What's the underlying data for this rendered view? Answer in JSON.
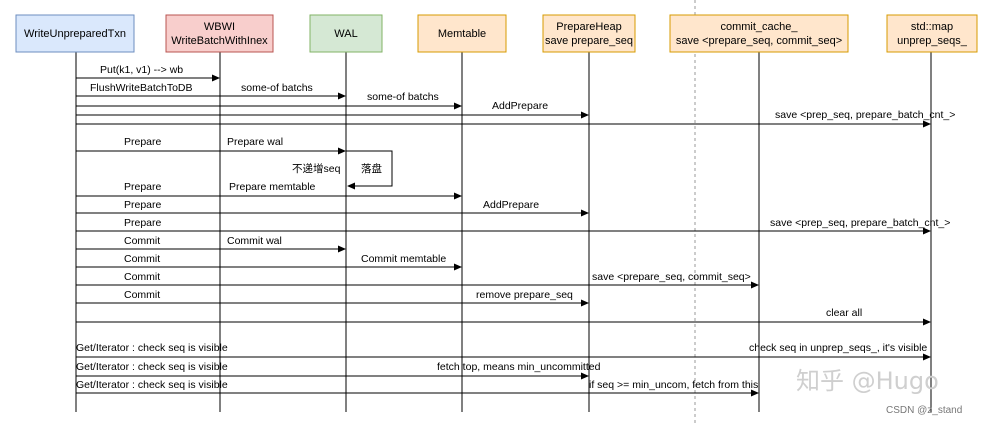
{
  "participants": [
    {
      "id": "txn",
      "lines": [
        "WriteUnpreparedTxn"
      ],
      "fill": "#dae8fc",
      "stroke": "#6c8ebf"
    },
    {
      "id": "wbwi",
      "lines": [
        "WBWI",
        "WriteBatchWithInex"
      ],
      "fill": "#f8cecc",
      "stroke": "#b85450"
    },
    {
      "id": "wal",
      "lines": [
        "WAL"
      ],
      "fill": "#d5e8d4",
      "stroke": "#82b366"
    },
    {
      "id": "memtable",
      "lines": [
        "Memtable"
      ],
      "fill": "#ffe6cc",
      "stroke": "#d79b00"
    },
    {
      "id": "heap",
      "lines": [
        "PrepareHeap",
        "save prepare_seq"
      ],
      "fill": "#ffe6cc",
      "stroke": "#d79b00"
    },
    {
      "id": "cache",
      "lines": [
        "commit_cache_",
        "save <prepare_seq, commit_seq>"
      ],
      "fill": "#ffe6cc",
      "stroke": "#d79b00"
    },
    {
      "id": "map",
      "lines": [
        "std::map",
        "unprep_seqs_"
      ],
      "fill": "#ffe6cc",
      "stroke": "#d79b00"
    }
  ],
  "messages": [
    {
      "from": "txn",
      "to": "wbwi",
      "labels": [
        "Put(k1, v1) --> wb"
      ]
    },
    {
      "from": "txn",
      "to": "wal",
      "labels": [
        "FlushWriteBatchToDB",
        "some-of batchs"
      ]
    },
    {
      "from": "txn",
      "to": "memtable",
      "labels": [
        "some-of batchs"
      ]
    },
    {
      "from": "txn",
      "to": "heap",
      "labels": [
        "AddPrepare"
      ]
    },
    {
      "from": "txn",
      "to": "map",
      "labels": [
        "save <prep_seq, prepare_batch_cnt_>"
      ]
    },
    {
      "from": "txn",
      "to": "wal",
      "labels": [
        "Prepare",
        "Prepare wal"
      ]
    },
    {
      "from": "wal",
      "to": "wal",
      "labels": [
        "不递增seq",
        "落盘"
      ],
      "self": true
    },
    {
      "from": "txn",
      "to": "memtable",
      "labels": [
        "Prepare",
        "Prepare memtable"
      ]
    },
    {
      "from": "txn",
      "to": "heap",
      "labels": [
        "Prepare",
        "AddPrepare"
      ]
    },
    {
      "from": "txn",
      "to": "map",
      "labels": [
        "Prepare",
        "save <prep_seq, prepare_batch_cnt_>"
      ]
    },
    {
      "from": "txn",
      "to": "wal",
      "labels": [
        "Commit",
        "Commit wal"
      ]
    },
    {
      "from": "txn",
      "to": "memtable",
      "labels": [
        "Commit",
        "Commit memtable"
      ]
    },
    {
      "from": "txn",
      "to": "cache",
      "labels": [
        "Commit",
        "save  <prepare_seq, commit_seq>"
      ]
    },
    {
      "from": "txn",
      "to": "heap",
      "labels": [
        "Commit",
        "remove prepare_seq"
      ]
    },
    {
      "from": "txn",
      "to": "map",
      "labels": [
        "clear all"
      ]
    },
    {
      "from": "txn",
      "to": "map",
      "labels": [
        "Get/Iterator : check seq is visible",
        "check seq in unprep_seqs_, it's visible"
      ]
    },
    {
      "from": "txn",
      "to": "heap",
      "labels": [
        "Get/Iterator : check seq is visible",
        "fetch top, means min_uncommitted"
      ]
    },
    {
      "from": "txn",
      "to": "cache",
      "labels": [
        "Get/Iterator : check seq is visible",
        "if seq >= min_uncom, fetch from this"
      ]
    }
  ],
  "watermark": {
    "main": "知乎 @Hugo",
    "source": "CSDN @z_stand"
  },
  "colors": {
    "line": "#000000",
    "divider": "#999999"
  }
}
